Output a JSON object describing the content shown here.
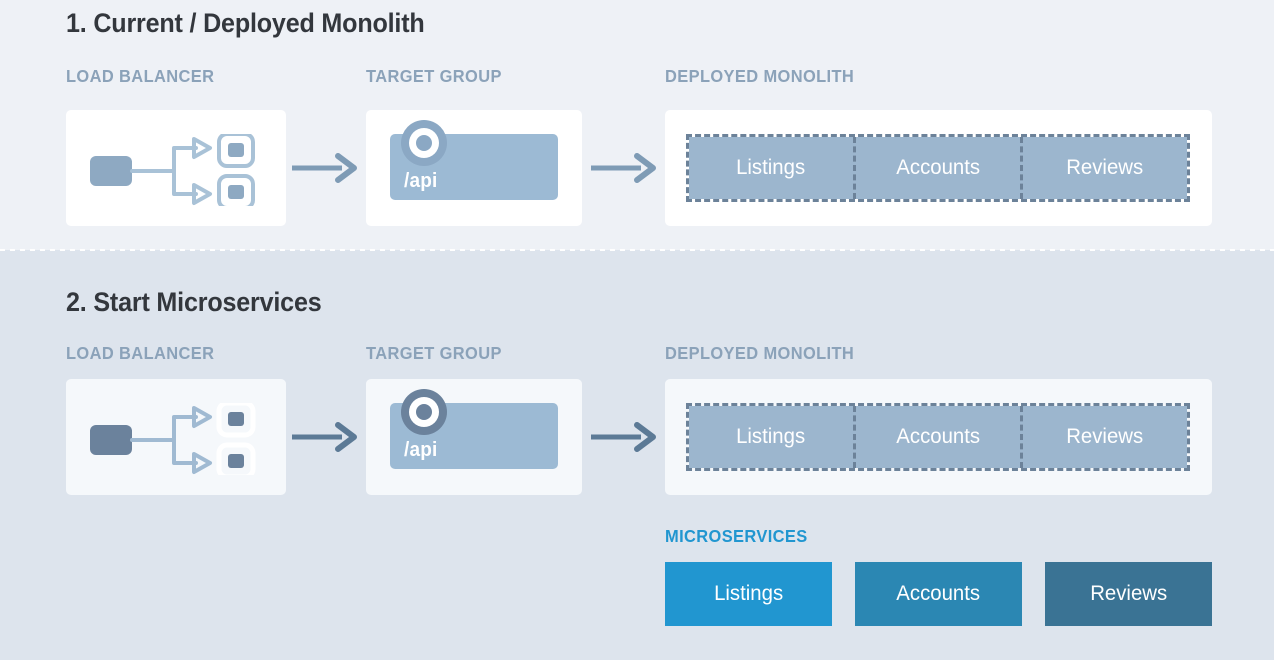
{
  "palette": {
    "section1_bg": "#eef1f6",
    "section2_bg": "#dde4ed",
    "title_color": "#33373d",
    "label_color": "#8ba2b9",
    "microservices_label_color": "#2196d0",
    "monolith_segment_fill": "#9cb6ce",
    "monolith_dash_border": "#6c8299",
    "arrow_color": "#7e9bb5",
    "target_group_fill_s1": "#9cbad4",
    "target_group_fill_s2": "#9cbad4",
    "lb_icon_s1": "#8ea9c2",
    "lb_icon_s2": "#6b829c",
    "microservice_listings": "#2196d0",
    "microservice_accounts": "#2b87b3",
    "microservice_reviews": "#3a7394"
  },
  "sections": [
    {
      "id": "current-deployed-monolith",
      "title": "1. Current / Deployed Monolith",
      "groups": [
        {
          "id": "load-balancer",
          "label": "LOAD BALANCER"
        },
        {
          "id": "target-group",
          "label": "TARGET GROUP",
          "route": "/api"
        },
        {
          "id": "deployed-monolith",
          "label": "DEPLOYED MONOLITH",
          "segments": [
            "Listings",
            "Accounts",
            "Reviews"
          ]
        }
      ]
    },
    {
      "id": "start-microservices",
      "title": "2. Start Microservices",
      "groups": [
        {
          "id": "load-balancer",
          "label": "LOAD BALANCER"
        },
        {
          "id": "target-group",
          "label": "TARGET GROUP",
          "route": "/api"
        },
        {
          "id": "deployed-monolith",
          "label": "DEPLOYED MONOLITH",
          "segments": [
            "Listings",
            "Accounts",
            "Reviews"
          ]
        },
        {
          "id": "microservices",
          "label": "MICROSERVICES",
          "services": [
            {
              "name": "Listings",
              "color": "#2196d0"
            },
            {
              "name": "Accounts",
              "color": "#2b87b3"
            },
            {
              "name": "Reviews",
              "color": "#3a7394"
            }
          ]
        }
      ]
    }
  ]
}
